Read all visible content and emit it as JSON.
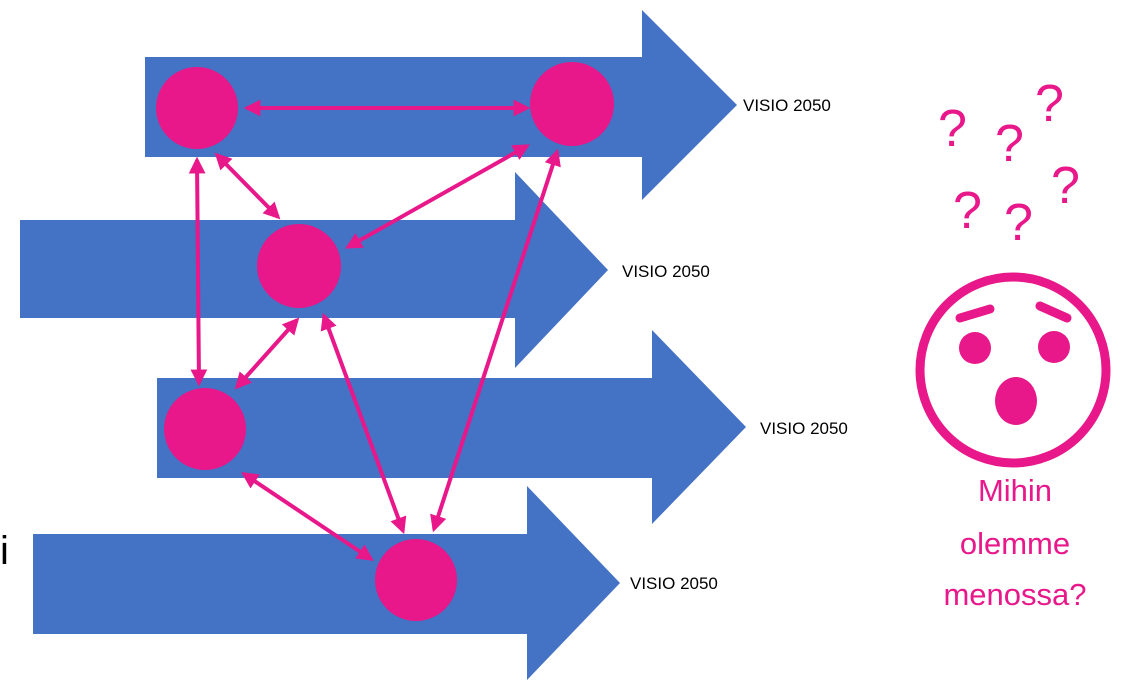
{
  "colors": {
    "arrow": "#4472c4",
    "accent": "#e8178a",
    "text": "#000000"
  },
  "arrows": [
    {
      "label": "VISIO 2050"
    },
    {
      "label": "VISIO 2050"
    },
    {
      "label": "VISIO 2050"
    },
    {
      "label": "VISIO 2050"
    }
  ],
  "side_glyph": "i",
  "face": {
    "icon": "shocked-face-icon",
    "caption_lines": [
      "Mihin",
      "olemme",
      "menossa?"
    ]
  },
  "question_marks": [
    "?",
    "?",
    "?",
    "?",
    "?",
    "?"
  ]
}
